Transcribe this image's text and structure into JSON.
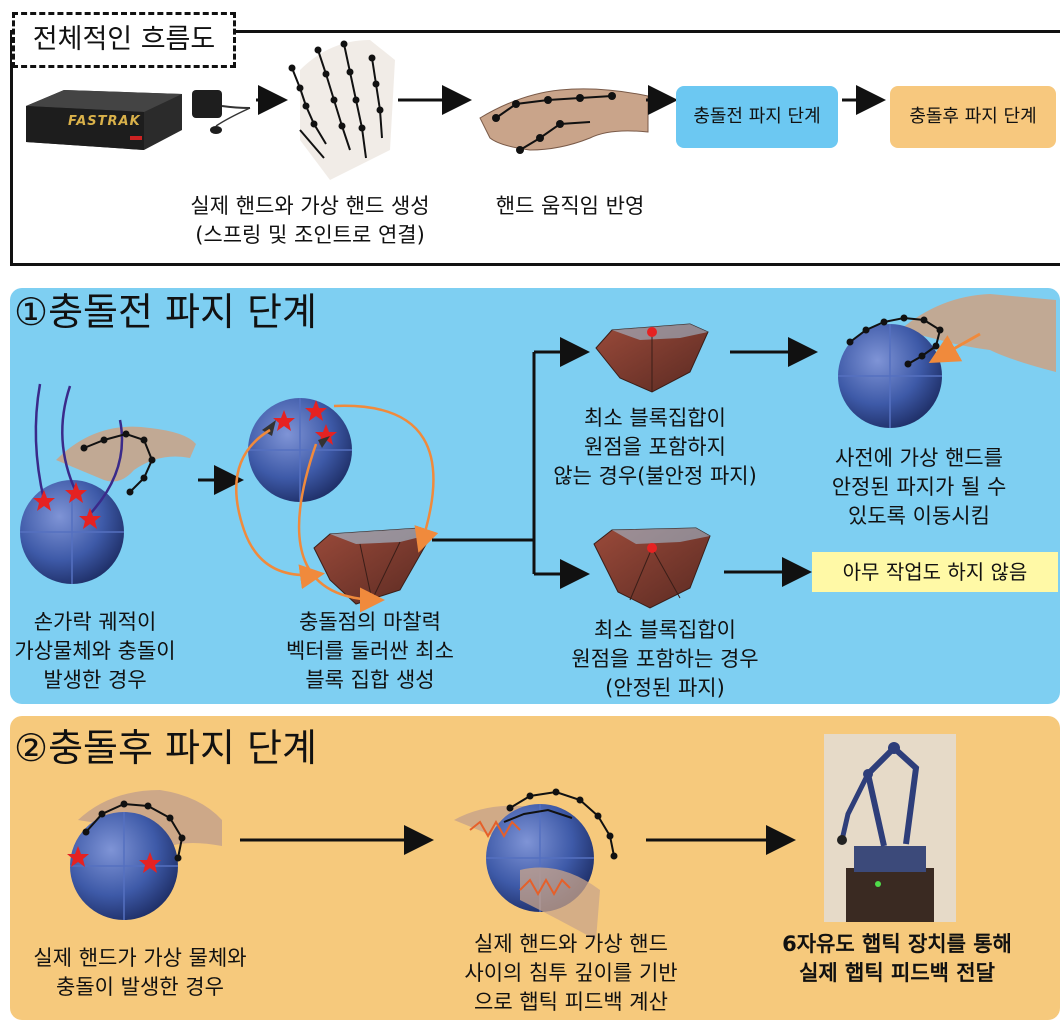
{
  "overview": {
    "title": "전체적인 흐름도",
    "device_label": "FASTRAK",
    "caption_create": [
      "실제 핸드와 가상 핸드 생성",
      "(스프링 및 조인트로 연결)"
    ],
    "caption_motion": "핸드 움직임 반영",
    "box_pre": "충돌전 파지 단계",
    "box_post": "충돌후 파지 단계"
  },
  "stage1": {
    "title": "①충돌전 파지 단계",
    "caption_collision": [
      "손가락 궤적이",
      "가상물체와 충돌이",
      "발생한 경우"
    ],
    "caption_block": [
      "충돌점의 마찰력",
      "벡터를 둘러싼 최소",
      "블록 집합 생성"
    ],
    "caption_unstable": [
      "최소 블록집합이",
      "원점을 포함하지",
      "않는 경우(불안정 파지)"
    ],
    "caption_move": [
      "사전에 가상 핸드를",
      "안정된 파지가 될 수",
      "있도록 이동시킴"
    ],
    "caption_stable": [
      "최소 블록집합이",
      "원점을 포함하는 경우",
      "(안정된 파지)"
    ],
    "note_nothing": "아무 작업도 하지 않음"
  },
  "stage2": {
    "title": "②충돌후 파지 단계",
    "caption_collision": [
      "실제 핸드가 가상 물체와",
      "충돌이 발생한 경우"
    ],
    "caption_depth": [
      "실제 핸드와 가상 핸드",
      "사이의 침투 깊이를 기반",
      "으로 햅틱 피드백 계산"
    ],
    "caption_device": [
      "6자유도 햅틱 장치를 통해",
      "실제 햅틱 피드백 전달"
    ]
  },
  "colors": {
    "panel1": "#7ecff2",
    "panel2": "#f6c97c",
    "box_pre": "#6cc8f2",
    "box_post": "#f7c87e",
    "note": "#fff9a6",
    "sphere": "#3e5aa8",
    "hull": "#7a3a2e",
    "star": "#e52222",
    "arrow_orange": "#f08a3c"
  }
}
